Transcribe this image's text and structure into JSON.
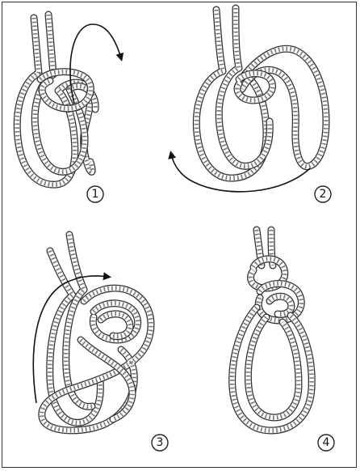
{
  "steps": [
    {
      "number": "1"
    },
    {
      "number": "2"
    },
    {
      "number": "3"
    },
    {
      "number": "4"
    }
  ],
  "colors": {
    "rope_outline": "#333333",
    "rope_fill": "#ffffff",
    "rope_hatch": "#777777",
    "arrow": "#111111",
    "border": "#333333"
  }
}
